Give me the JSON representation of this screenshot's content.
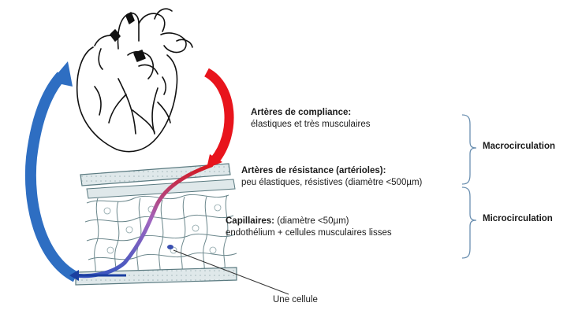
{
  "labels": {
    "compliance_title": "Artères de compliance:",
    "compliance_desc": "élastiques et très musculaires",
    "resistance_title": "Artères de résistance (artérioles):",
    "resistance_desc": "peu élastiques, résistives (diamètre <500µm)",
    "capillaries_title": "Capillaires:",
    "capillaries_detail": "(diamètre <50µm)",
    "capillaries_desc": "endothélium + cellules musculaires lisses",
    "cell_label": "Une cellule"
  },
  "braces": {
    "macro": "Macrocirculation",
    "micro": "Microcirculation"
  },
  "colors": {
    "arterial": "#e8141c",
    "venous": "#2e6ec2",
    "vessel_fill": "#dfe8ea",
    "vessel_stroke": "#5a7a80"
  },
  "icons": {
    "heart": "heart-illustration",
    "capillary_bed": "capillary-network-illustration"
  }
}
